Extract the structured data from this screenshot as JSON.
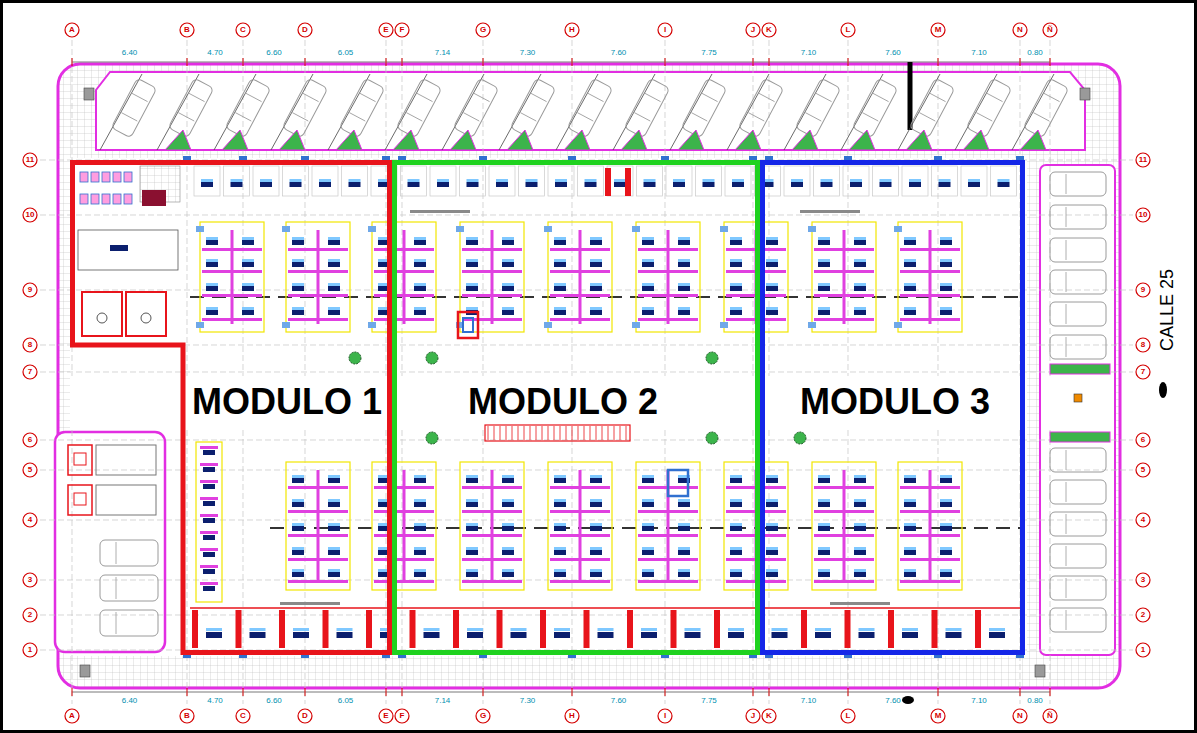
{
  "diagram": {
    "nodes": [
      {
        "text": [
          "MODULO 1"
        ]
      },
      {
        "text": [
          "MODULO 2"
        ]
      },
      {
        "text": [
          "MODULO 3"
        ]
      }
    ],
    "labels": [
      "CALLE 25",
      "A",
      "B",
      "C",
      "D",
      "E",
      "F",
      "G",
      "H",
      "I",
      "J",
      "K",
      "L",
      "M",
      "N",
      "Ñ",
      "A",
      "B",
      "C",
      "D",
      "E",
      "F",
      "G",
      "H",
      "I",
      "J",
      "K",
      "L",
      "M",
      "N",
      "Ñ",
      "11",
      "10",
      "9",
      "8",
      "7",
      "6",
      "5",
      "4",
      "3",
      "2",
      "1",
      "11",
      "10",
      "9",
      "8",
      "7",
      "6",
      "5",
      "4",
      "3",
      "2",
      "1",
      "6.40",
      "4.70",
      "6.60",
      "6.05",
      "7.14",
      "7.30",
      "7.60",
      "7.75",
      "7.10",
      "7.60",
      "7.10",
      "0.80",
      "6.40",
      "4.70",
      "6.60",
      "6.05",
      "7.14",
      "7.30",
      "7.60",
      "7.75",
      "7.10",
      "7.60",
      "7.10",
      "0.80"
    ]
  }
}
